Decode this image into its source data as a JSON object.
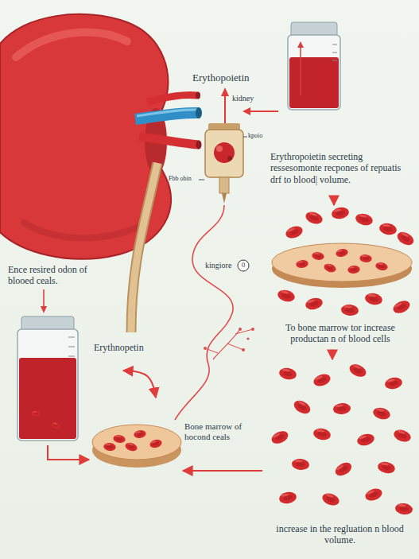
{
  "diagram": {
    "nodes": [
      {
        "text": [
          "Erythropoietin secreting ressesomonte recpones of repuatis drf to blood| volume."
        ]
      },
      {
        "text": [
          "To bone marrow tor increase productan n of blood cells"
        ]
      },
      {
        "text": [
          "Ence resired odon of blooed ceals."
        ]
      },
      {
        "text": [
          "increase in the regluation n blood volume."
        ]
      },
      {
        "text": [
          "Bone marrow of hocond ceals"
        ]
      }
    ],
    "edges": [
      {
        "from": 0,
        "to": 1,
        "arrow": "to"
      },
      {
        "from": 1,
        "to": 3,
        "arrow": "to"
      },
      {
        "from": 3,
        "to": 4,
        "arrow": "to"
      },
      {
        "from": 2,
        "to": 4,
        "arrow": "to"
      },
      {
        "from": 2,
        "to": 4,
        "arrow": "both"
      }
    ],
    "labels": [
      "Erythopoietin",
      "kidney",
      "kpoio",
      "Fbb obin",
      "kingiore",
      "0",
      "Erythnopetin"
    ]
  }
}
